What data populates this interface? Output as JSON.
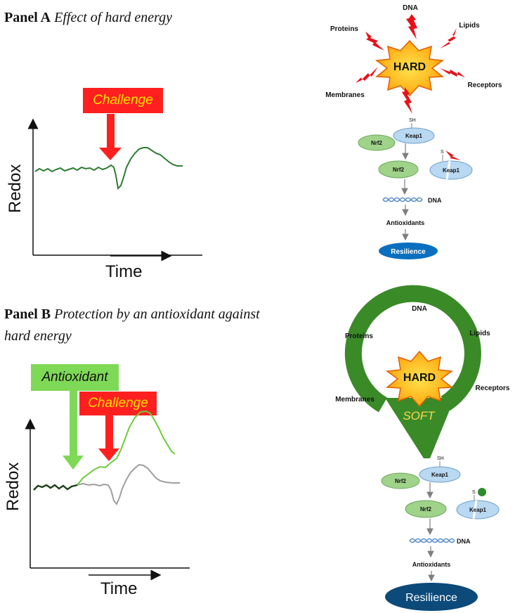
{
  "panel_a": {
    "label": "Panel A",
    "title": "Effect of hard energy",
    "challenge": "Challenge",
    "y_axis": "Redox",
    "x_axis": "Time"
  },
  "panel_b": {
    "label": "Panel B",
    "title_line1": "Protection by an antioxidant against",
    "title_line2": "hard energy",
    "antioxidant": "Antioxidant",
    "challenge": "Challenge",
    "y_axis": "Redox",
    "x_axis": "Time"
  },
  "diagram_a": {
    "center": "HARD",
    "targets": [
      "DNA",
      "Proteins",
      "Lipids",
      "Membranes",
      "Receptors"
    ],
    "sh": "SH",
    "s": "S",
    "keap1": "Keap1",
    "nrf2": "Nrf2",
    "dna": "DNA",
    "antioxidants": "Antioxidants",
    "resilience": "Resilience"
  },
  "diagram_b": {
    "center": "HARD",
    "soft": "SOFT",
    "targets": [
      "DNA",
      "Proteins",
      "Lipids",
      "Membranes",
      "Receptors"
    ],
    "sh": "SH",
    "s": "S",
    "keap1": "Keap1",
    "nrf2": "Nrf2",
    "dna": "DNA",
    "antioxidants": "Antioxidants",
    "resilience": "Resilience"
  },
  "colors": {
    "challenge_red": "#ff1f1f",
    "challenge_text": "#ffe600",
    "antioxidant_green": "#7ed957",
    "curve_dark_green": "#2e7d32",
    "curve_light_green": "#6ccc3a",
    "curve_grey": "#9e9e9e",
    "soft_ring_green": "#3a8a28",
    "nrf2_green": "#9fd38a",
    "keap1_blue": "#b9d8f2",
    "resilience_blue": "#0b6fbf",
    "resilience_dark": "#0c4a7a"
  }
}
